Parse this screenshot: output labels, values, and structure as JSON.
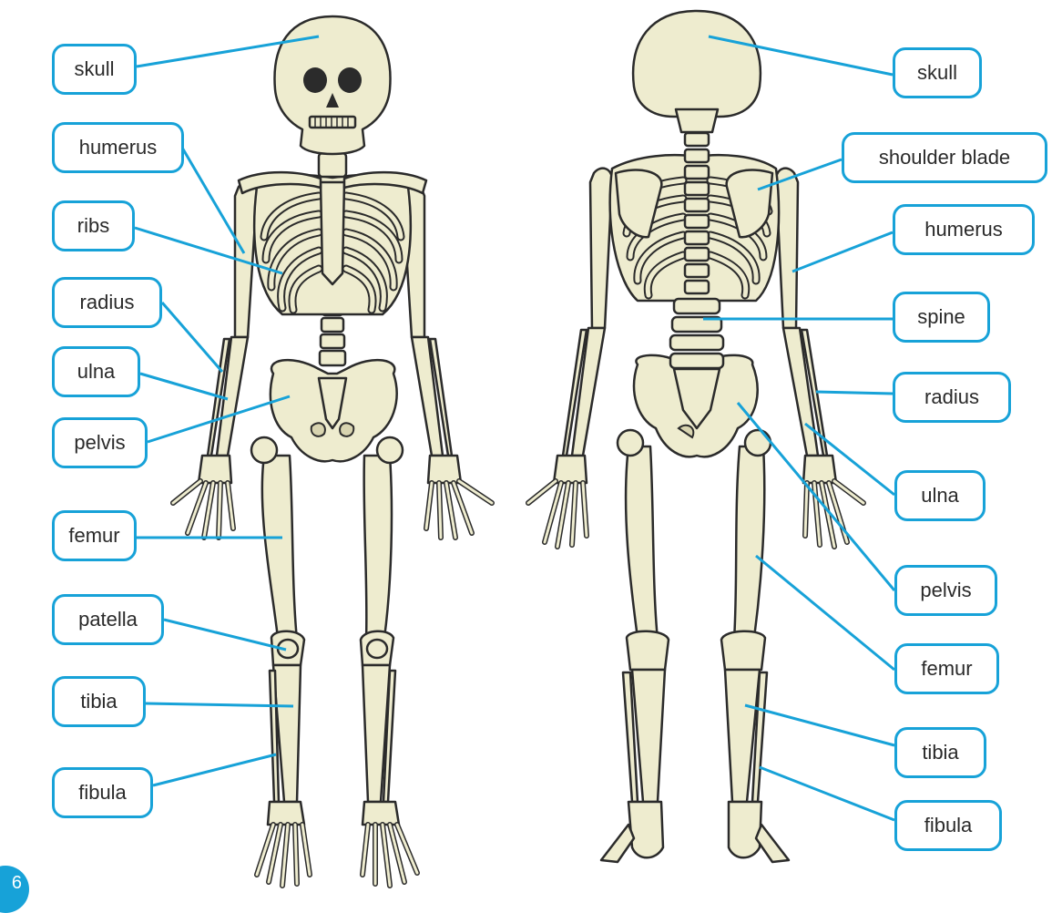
{
  "colors": {
    "accent": "#17a2d8",
    "bone": "#eeeccf",
    "bone_shade": "#d8d4b0",
    "outline": "#2b2b2b"
  },
  "front_view": {
    "labels": {
      "skull": "skull",
      "humerus": "humerus",
      "ribs": "ribs",
      "radius": "radius",
      "ulna": "ulna",
      "pelvis": "pelvis",
      "femur": "femur",
      "patella": "patella",
      "tibia": "tibia",
      "fibula": "fibula"
    }
  },
  "back_view": {
    "labels": {
      "skull": "skull",
      "shoulder_blade": "shoulder blade",
      "humerus": "humerus",
      "spine": "spine",
      "radius": "radius",
      "ulna": "ulna",
      "pelvis": "pelvis",
      "femur": "femur",
      "tibia": "tibia",
      "fibula": "fibula"
    }
  },
  "page_number": "6"
}
